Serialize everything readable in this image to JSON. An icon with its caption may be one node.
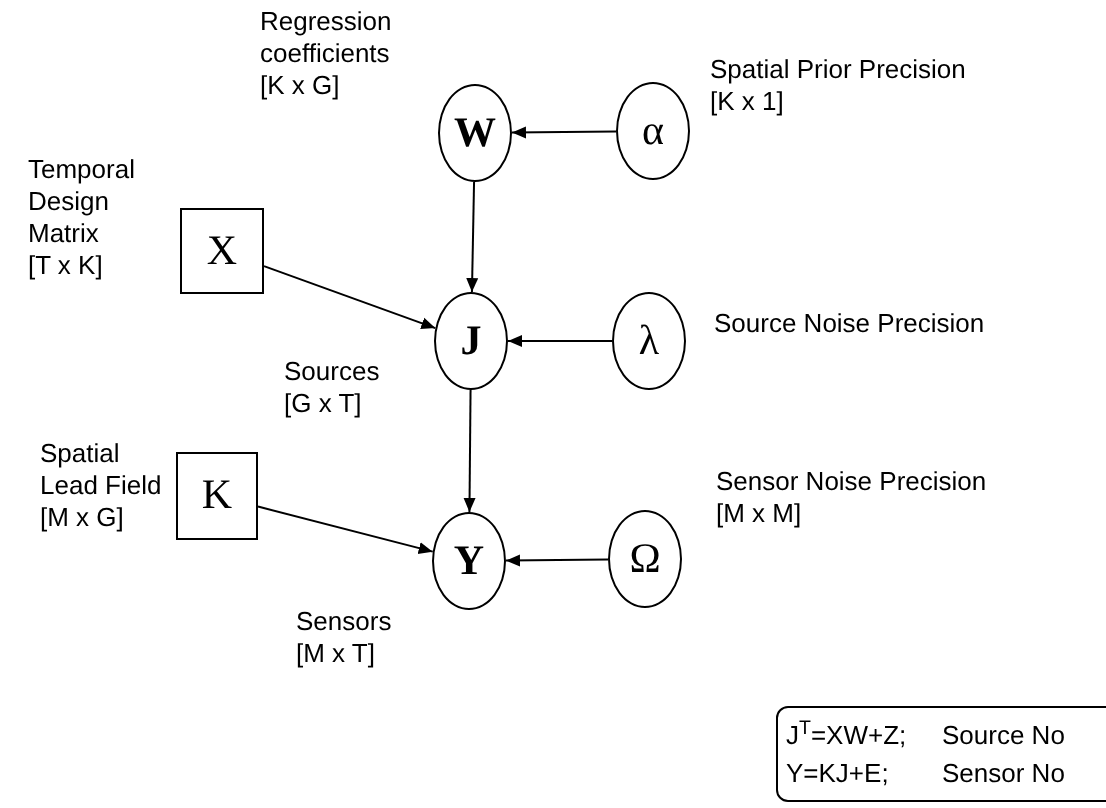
{
  "diagram": {
    "nodes": [
      {
        "text": [
          "W"
        ],
        "beside": [
          "Regression coefficients",
          "[K x G]"
        ]
      },
      {
        "text": [
          "α"
        ],
        "beside": [
          "Spatial Prior Precision",
          "[K x 1]"
        ]
      },
      {
        "text": [
          "X"
        ],
        "beside": [
          "Temporal Design Matrix",
          "[T x K]"
        ]
      },
      {
        "text": [
          "J"
        ],
        "beside": [
          "Sources",
          "[G x T]"
        ]
      },
      {
        "text": [
          "λ"
        ],
        "beside": [
          "Source Noise Precision"
        ]
      },
      {
        "text": [
          "K"
        ],
        "beside": [
          "Spatial Lead Field",
          "[M x G]"
        ]
      },
      {
        "text": [
          "Y"
        ],
        "beside": [
          "Sensors",
          "[M x T]"
        ]
      },
      {
        "text": [
          "Ω"
        ],
        "beside": [
          "Sensor Noise Precision",
          "[M x M]"
        ]
      },
      {
        "text": [
          "J$^{T}$=XW+Z;",
          "Source No",
          "Y=KJ+E;",
          "Sensor No"
        ]
      }
    ],
    "edges": [
      {
        "from": 1,
        "to": 0,
        "arrow": "to"
      },
      {
        "from": 0,
        "to": 3,
        "arrow": "to"
      },
      {
        "from": 2,
        "to": 3,
        "arrow": "to"
      },
      {
        "from": 4,
        "to": 3,
        "arrow": "to"
      },
      {
        "from": 3,
        "to": 6,
        "arrow": "to"
      },
      {
        "from": 5,
        "to": 6,
        "arrow": "to"
      },
      {
        "from": 7,
        "to": 6,
        "arrow": "to"
      }
    ]
  }
}
